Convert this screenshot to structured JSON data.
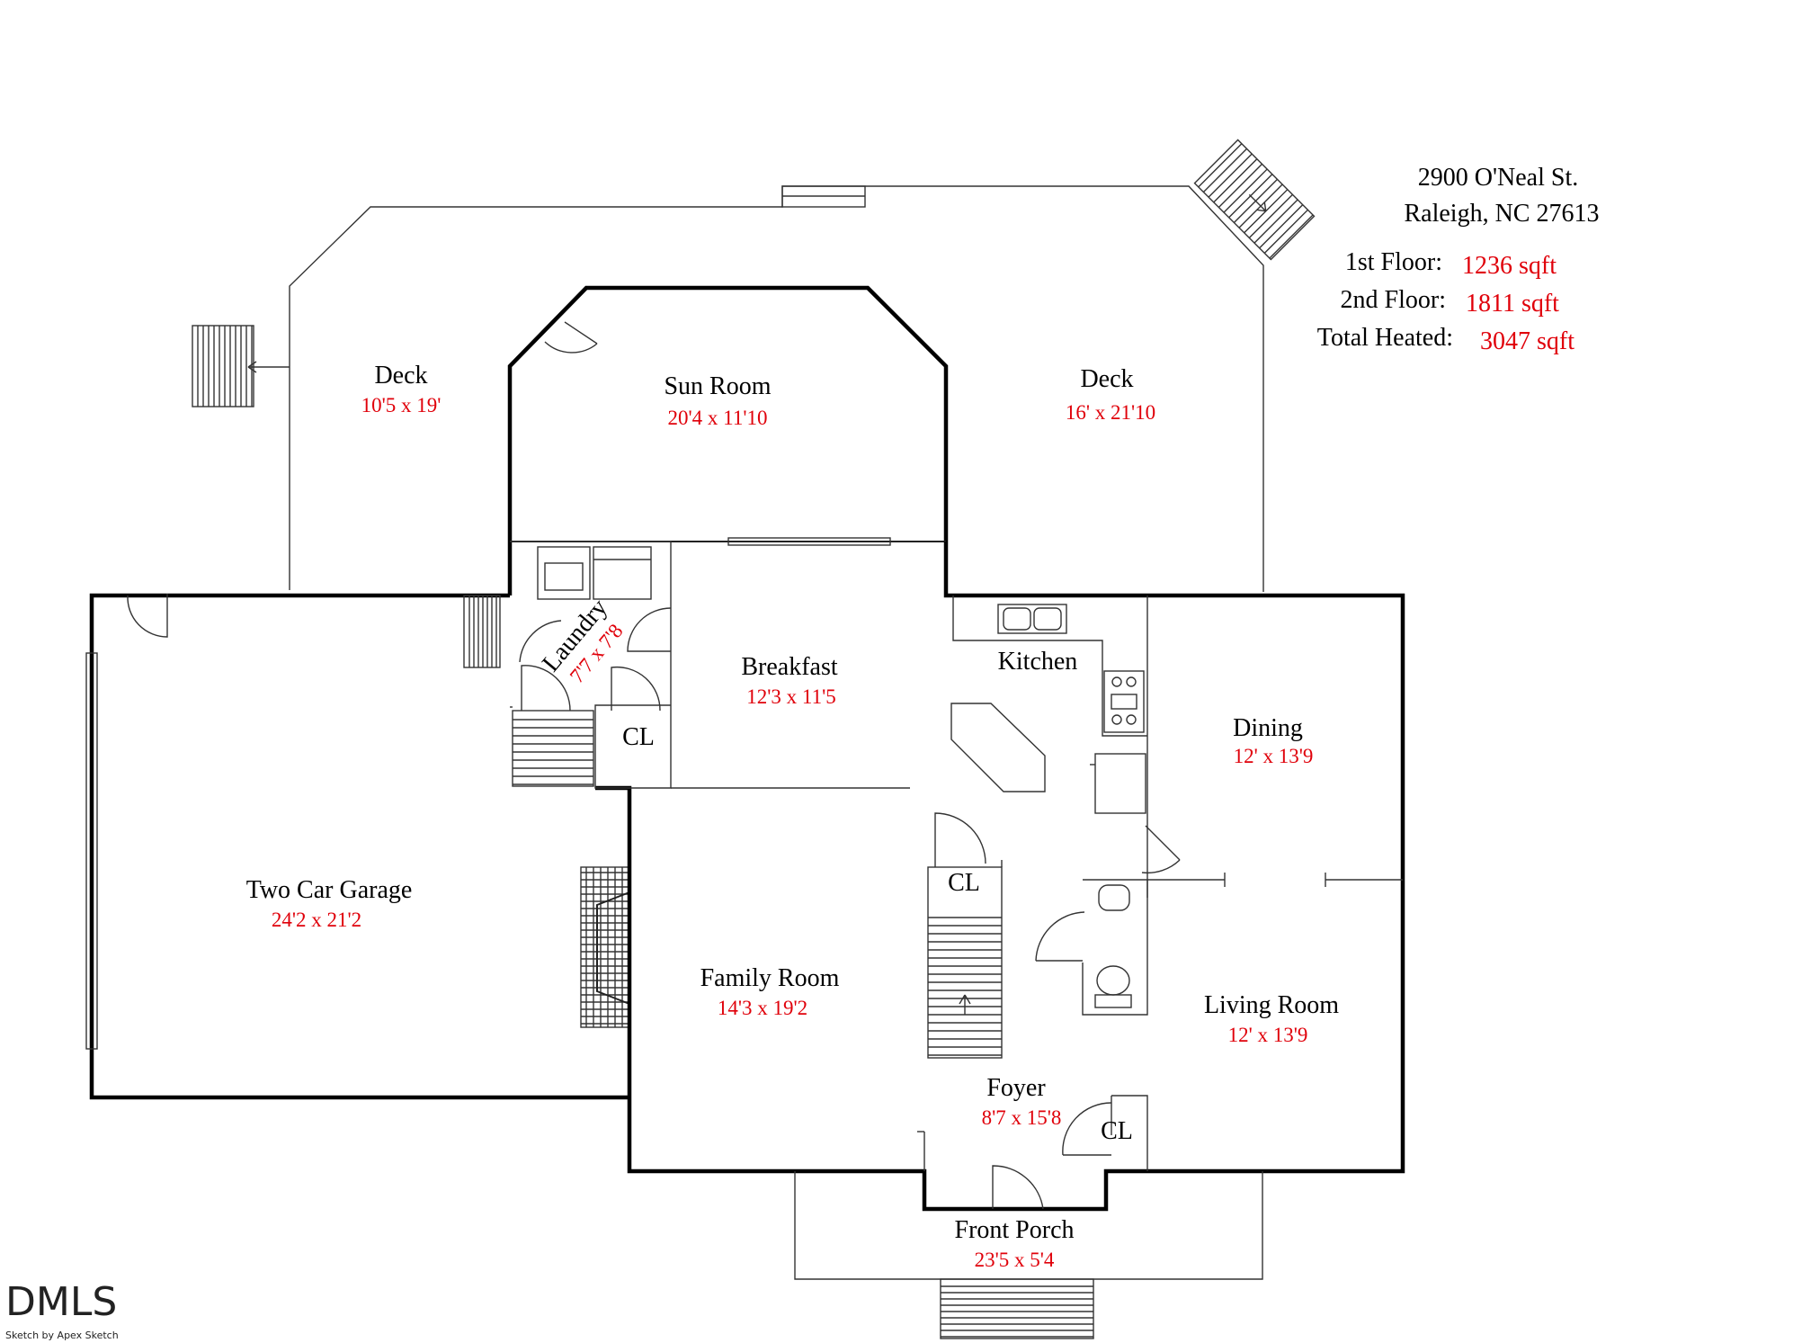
{
  "header": {
    "address_line1": "2900 O'Neal St.",
    "address_line2": "Raleigh, NC 27613",
    "first_floor_label": "1st Floor:",
    "first_floor_value": "1236 sqft",
    "second_floor_label": "2nd Floor:",
    "second_floor_value": "1811 sqft",
    "total_label": "Total Heated:",
    "total_value": "3047 sqft"
  },
  "rooms": {
    "deck_left": {
      "name": "Deck",
      "dim": "10'5 x 19'"
    },
    "sun_room": {
      "name": "Sun Room",
      "dim": "20'4 x 11'10"
    },
    "deck_right": {
      "name": "Deck",
      "dim": "16' x 21'10"
    },
    "laundry": {
      "name": "Laundry",
      "dim": "7'7 x 7'8"
    },
    "breakfast": {
      "name": "Breakfast",
      "dim": "12'3 x 11'5"
    },
    "kitchen": {
      "name": "Kitchen"
    },
    "dining": {
      "name": "Dining",
      "dim": "12' x 13'9"
    },
    "closet_laundry": {
      "name": "CL"
    },
    "closet_stairs": {
      "name": "CL"
    },
    "closet_foyer": {
      "name": "CL"
    },
    "garage": {
      "name": "Two Car Garage",
      "dim": "24'2 x 21'2"
    },
    "family_room": {
      "name": "Family Room",
      "dim": "14'3 x 19'2"
    },
    "living_room": {
      "name": "Living Room",
      "dim": "12' x 13'9"
    },
    "foyer": {
      "name": "Foyer",
      "dim": "8'7 x 15'8"
    },
    "front_porch": {
      "name": "Front Porch",
      "dim": "23'5 x 5'4"
    }
  },
  "footer": {
    "watermark": "DMLS",
    "credit": "Sketch by Apex Sketch"
  },
  "colors": {
    "dimension_text": "#e0000a",
    "label_text": "#000000",
    "walls": "#000000"
  }
}
